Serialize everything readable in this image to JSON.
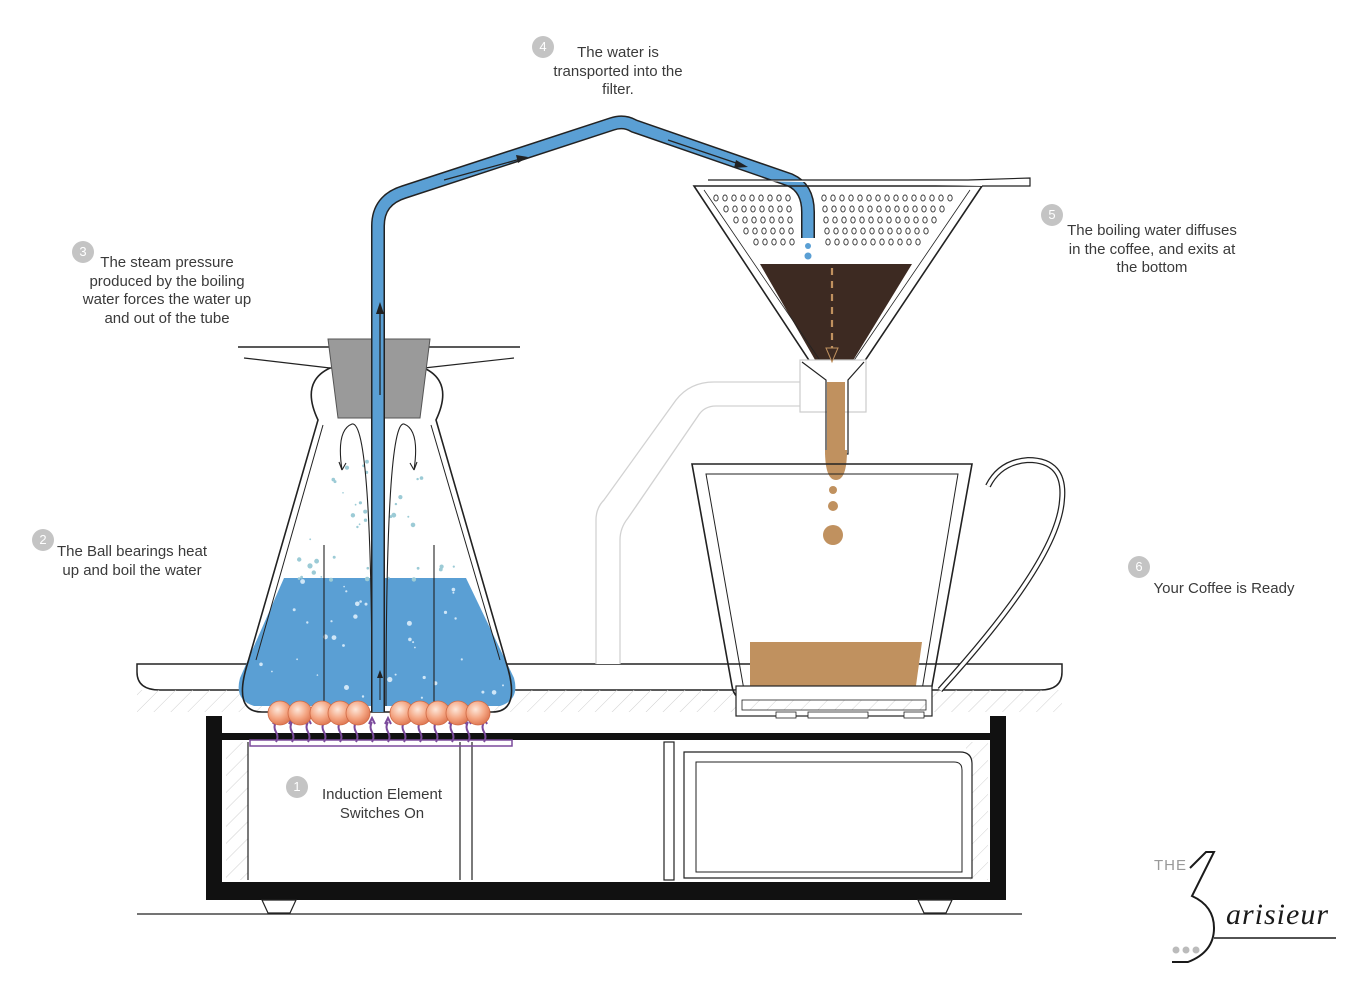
{
  "steps": [
    {
      "number": "1",
      "text": "Induction Element\nSwitches On"
    },
    {
      "number": "2",
      "text": "The Ball bearings heat\nup and boil the water"
    },
    {
      "number": "3",
      "text": "The steam pressure\nproduced by the boiling\nwater forces the water up\nand out of the tube"
    },
    {
      "number": "4",
      "text": "The water is\ntransported into the\nfilter."
    },
    {
      "number": "5",
      "text": "The boiling water diffuses\nin the coffee, and exits at\nthe bottom"
    },
    {
      "number": "6",
      "text": "Your Coffee is Ready"
    }
  ],
  "logo": {
    "prefix": "THE",
    "word": "arisieur"
  },
  "colors": {
    "water": "#5a9fd4",
    "coffee_dark": "#3d2a22",
    "coffee": "#c0915f",
    "ball": "#f2a27a",
    "induction": "#7b4a9c",
    "badge": "#c4c4c4",
    "outline": "#222222",
    "stopper": "#9a9a9a"
  },
  "icons": [
    "arrow-up-icon",
    "arrow-right-icon",
    "arrow-down-icon"
  ]
}
